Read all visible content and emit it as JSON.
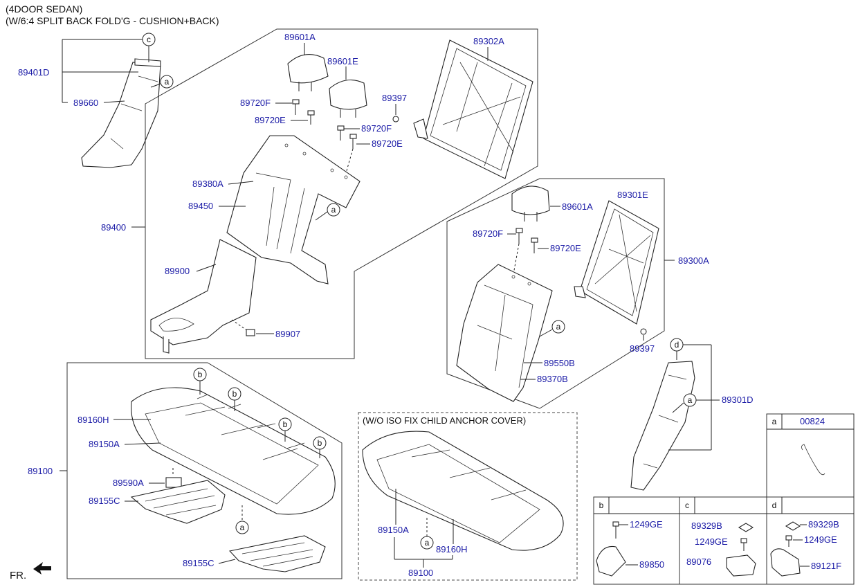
{
  "header": {
    "line1": "(4DOOR SEDAN)",
    "line2": "(W/6:4 SPLIT BACK FOLD'G - CUSHION+BACK)"
  },
  "callouts": {
    "c": "c",
    "a": "a",
    "b": "b",
    "d": "d"
  },
  "parts": {
    "p89401D": "89401D",
    "p89660": "89660",
    "p89601A_top": "89601A",
    "p89601E": "89601E",
    "p89302A": "89302A",
    "p89720F_1": "89720F",
    "p89720E_1": "89720E",
    "p89397_1": "89397",
    "p89720F_2": "89720F",
    "p89720E_2": "89720E",
    "p89380A": "89380A",
    "p89450": "89450",
    "p89400": "89400",
    "p89900": "89900",
    "p89907": "89907",
    "p89601A_right": "89601A",
    "p89301E": "89301E",
    "p89720F_3": "89720F",
    "p89720E_3": "89720E",
    "p89300A": "89300A",
    "p89397_2": "89397",
    "p89550B": "89550B",
    "p89370B": "89370B",
    "p89301D": "89301D",
    "p89160H": "89160H",
    "p89150A": "89150A",
    "p89590A": "89590A",
    "p89155C_1": "89155C",
    "p89100": "89100",
    "p89155C_2": "89155C",
    "p89150A_alt": "89150A",
    "p89160H_alt": "89160H",
    "p89100_alt": "89100",
    "p00824": "00824",
    "p1249GE_b": "1249GE",
    "p89850": "89850",
    "p89329B_c": "89329B",
    "p1249GE_c": "1249GE",
    "p89076": "89076",
    "p89329B_d": "89329B",
    "p1249GE_d": "1249GE",
    "p89121F": "89121F"
  },
  "alt_section_title": "(W/O ISO FIX CHILD ANCHOR COVER)",
  "fr_label": "FR."
}
